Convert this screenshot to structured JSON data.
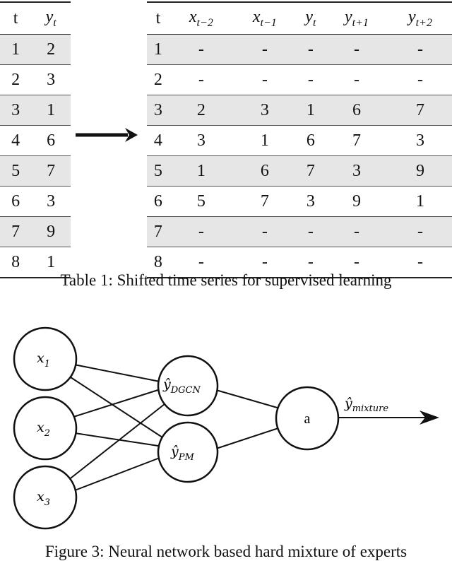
{
  "table": {
    "caption": "Table 1: Shifted time series for supervised learning",
    "left": {
      "headers": [
        "t",
        "y",
        "t"
      ],
      "rows": [
        [
          "1",
          "2"
        ],
        [
          "2",
          "3"
        ],
        [
          "3",
          "1"
        ],
        [
          "4",
          "6"
        ],
        [
          "5",
          "7"
        ],
        [
          "6",
          "3"
        ],
        [
          "7",
          "9"
        ],
        [
          "8",
          "1"
        ]
      ]
    },
    "right": {
      "headers": [
        {
          "base": "t",
          "sub": ""
        },
        {
          "base": "x",
          "sub": "t−2"
        },
        {
          "base": "x",
          "sub": "t−1"
        },
        {
          "base": "y",
          "sub": "t"
        },
        {
          "base": "y",
          "sub": "t+1"
        },
        {
          "base": "y",
          "sub": "t+2"
        }
      ],
      "rows": [
        [
          "1",
          "-",
          "-",
          "-",
          "-",
          "-"
        ],
        [
          "2",
          "-",
          "-",
          "-",
          "-",
          "-"
        ],
        [
          "3",
          "2",
          "3",
          "1",
          "6",
          "7"
        ],
        [
          "4",
          "3",
          "1",
          "6",
          "7",
          "3"
        ],
        [
          "5",
          "1",
          "6",
          "7",
          "3",
          "9"
        ],
        [
          "6",
          "5",
          "7",
          "3",
          "9",
          "1"
        ],
        [
          "7",
          "-",
          "-",
          "-",
          "-",
          "-"
        ],
        [
          "8",
          "-",
          "-",
          "-",
          "-",
          "-"
        ]
      ]
    }
  },
  "network": {
    "inputs": [
      {
        "base": "x",
        "sub": "1"
      },
      {
        "base": "x",
        "sub": "2"
      },
      {
        "base": "x",
        "sub": "3"
      }
    ],
    "hidden": [
      {
        "base": "ŷ",
        "sub": "DGCN"
      },
      {
        "base": "ŷ",
        "sub": "PM"
      }
    ],
    "aggregator": "a",
    "output": {
      "base": "ŷ",
      "sub": "mixture"
    }
  },
  "figure_caption": "Figure 3: Neural network based hard mixture of experts"
}
